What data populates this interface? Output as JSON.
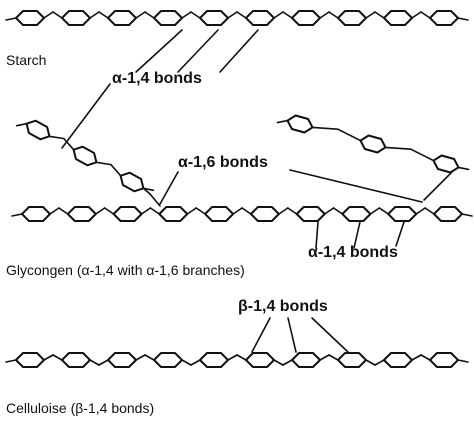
{
  "diagram": {
    "captions": {
      "starch": "Starch",
      "glycogen": "Glycongen (α-1,4 with α-1,6 branches)",
      "cellulose": "Celluloise (β-1,4 bonds)"
    },
    "bond_labels": {
      "starch_alpha14": "α-1,4 bonds",
      "glycogen_alpha16": "α-1,6 bonds",
      "glycogen_alpha14": "α-1,4 bonds",
      "cellulose_beta14": "β-1,4 bonds"
    },
    "colors": {
      "ink": "#111111",
      "background": "#ffffff"
    }
  }
}
